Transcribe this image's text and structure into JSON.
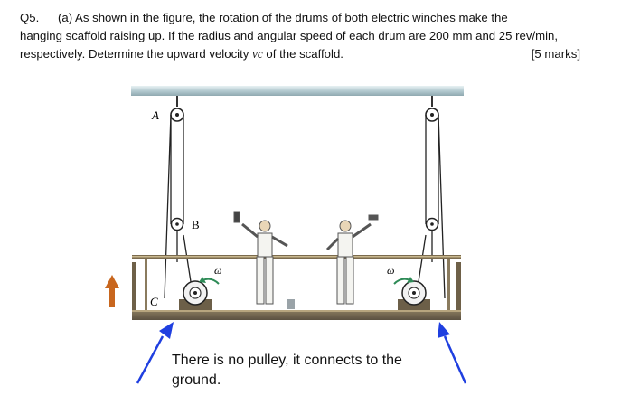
{
  "question": {
    "number": "Q5.",
    "line1": "(a) As shown in the figure, the rotation of the drums of both electric winches make the",
    "line2": "hanging scaffold raising up. If the radius and angular speed of each drum are 200 mm and 25 rev/min,",
    "line3_a": "respectively. Determine the upward velocity ",
    "line3_var": "vc",
    "line3_b": " of the scaffold.",
    "marks": "[5 marks]"
  },
  "figure": {
    "label_a": "A",
    "label_b": "B",
    "label_c": "C",
    "omega_left": "ω",
    "omega_right": "ω"
  },
  "annotation": {
    "line1": "There is no pulley, it connects to the",
    "line2": "ground.",
    "arrow_color": "#1f3fe0"
  },
  "colors": {
    "up_arrow": "#c8661e",
    "rotation_arrow": "#2e8b57",
    "beam": "#a9c2c8"
  }
}
